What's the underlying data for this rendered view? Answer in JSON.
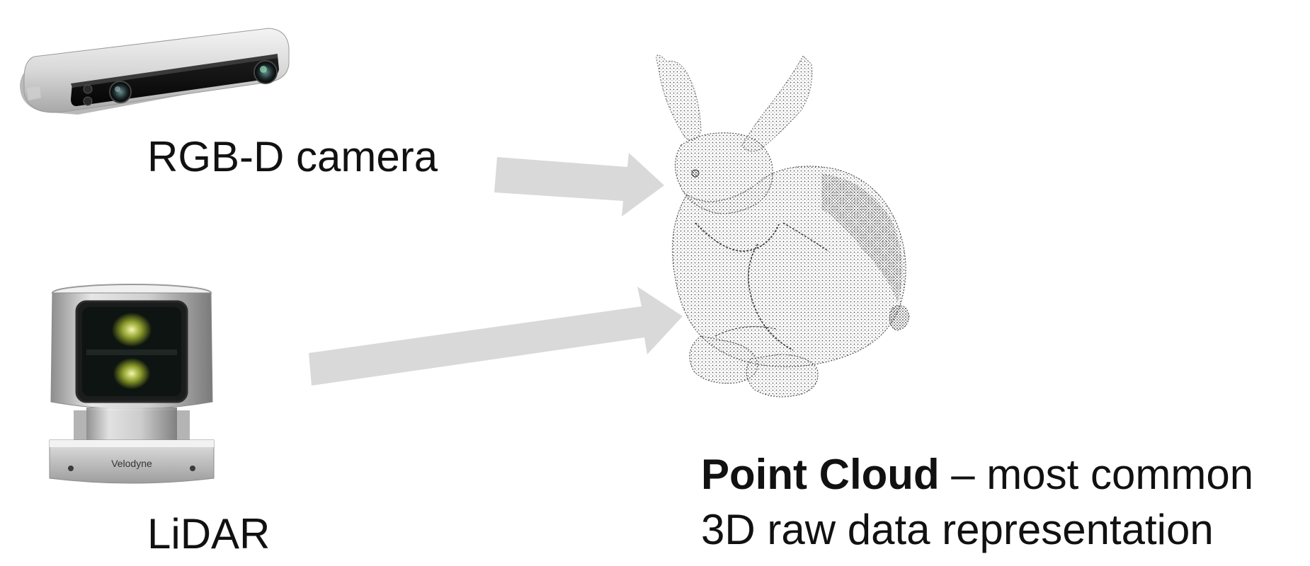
{
  "sources": [
    {
      "label": "RGB-D camera",
      "icon": "rgbd-camera-icon"
    },
    {
      "label": "LiDAR",
      "icon": "lidar-sensor-icon",
      "brand_text": "Velodyne"
    }
  ],
  "target": {
    "icon": "point-cloud-bunny-icon",
    "caption_bold": "Point Cloud",
    "caption_rest": " – most common",
    "caption_line2": "3D raw data representation"
  },
  "colors": {
    "arrow": "#d9d9d9",
    "text": "#111111",
    "background": "#ffffff"
  }
}
